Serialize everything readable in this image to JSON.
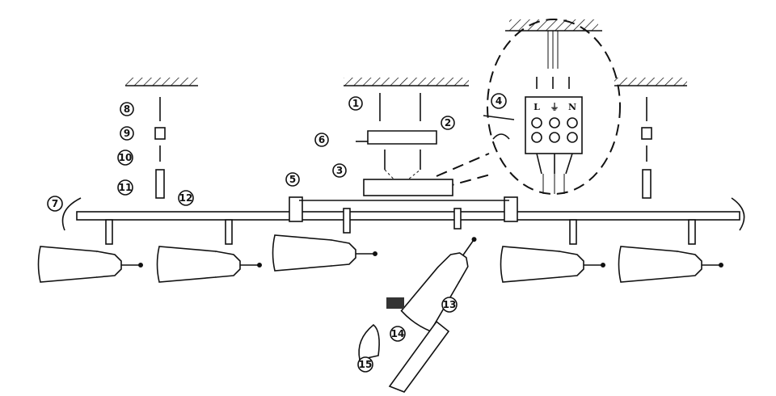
{
  "title": "Spotlight bar ceiling installation diagram",
  "steps": [
    "1",
    "2",
    "3",
    "4",
    "5",
    "6",
    "7",
    "8",
    "9",
    "10",
    "11",
    "12",
    "13",
    "14",
    "15"
  ],
  "terminal_labels": {
    "live": "L",
    "neutral": "N",
    "earth": "⏚"
  },
  "colors": {
    "line": "#111111",
    "background": "#ffffff"
  }
}
